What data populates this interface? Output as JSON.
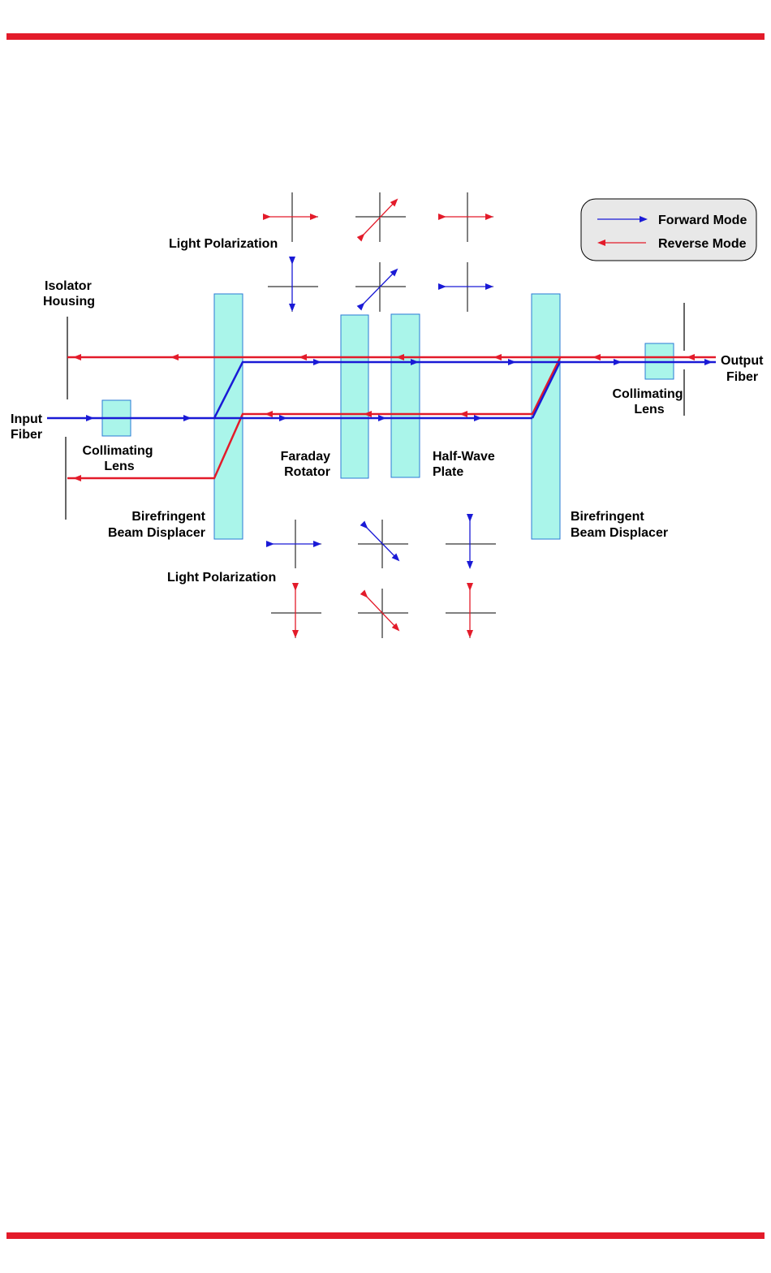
{
  "colors": {
    "rule": "#e31b2a",
    "forward": "#1a1ad6",
    "reverse": "#e31b2a",
    "optic_fill": "#aaf5ea",
    "optic_stroke": "#2a7ad6",
    "legend_fill": "#e8e8e8"
  },
  "legend": {
    "forward": "Forward Mode",
    "reverse": "Reverse Mode"
  },
  "labels": {
    "light_polarization_top": "Light Polarization",
    "light_polarization_bottom": "Light Polarization",
    "isolator_housing": [
      "Isolator",
      "Housing"
    ],
    "input_fiber": [
      "Input",
      "Fiber"
    ],
    "output_fiber": [
      "Output",
      "Fiber"
    ],
    "collimating_lens_left": [
      "Collimating",
      "Lens"
    ],
    "collimating_lens_right": [
      "Collimating",
      "Lens"
    ],
    "birefringent_left": [
      "Birefringent",
      "Beam Displacer"
    ],
    "birefringent_right": [
      "Birefringent",
      "Beam Displacer"
    ],
    "faraday_rotator": [
      "Faraday",
      "Rotator"
    ],
    "half_wave_plate": [
      "Half-Wave",
      "Plate"
    ]
  },
  "icons": {
    "forward_arrow": "arrow-right-icon",
    "reverse_arrow": "arrow-left-icon",
    "polarization": "crosshair-icon"
  }
}
